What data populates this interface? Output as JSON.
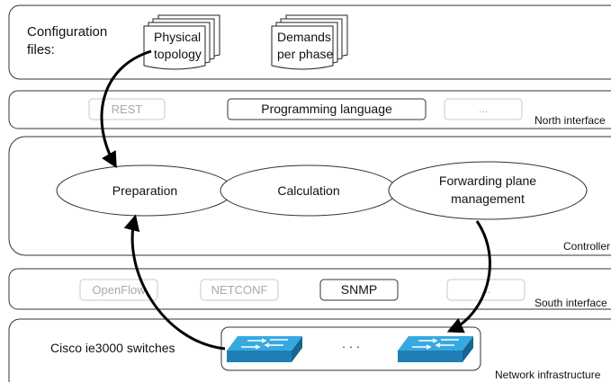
{
  "layers": {
    "config": {
      "label_line1": "Configuration",
      "label_line2": "files:"
    },
    "north": {
      "label": "North interface"
    },
    "controller": {
      "label": "Controller"
    },
    "south": {
      "label": "South interface"
    },
    "network": {
      "label": "Network infrastructure",
      "switch_label": "Cisco ie3000 switches",
      "ellipsis": "· · ·"
    }
  },
  "files": [
    {
      "line1": "Physical",
      "line2": "topology"
    },
    {
      "line1": "Demands",
      "line2": "per phase"
    }
  ],
  "north_interfaces": [
    {
      "label": "REST",
      "active": false
    },
    {
      "label": "Programming language",
      "active": true
    },
    {
      "label": "...",
      "active": false
    }
  ],
  "controller_steps": [
    {
      "line1": "Preparation",
      "line2": ""
    },
    {
      "line1": "Calculation",
      "line2": ""
    },
    {
      "line1": "Forwarding plane",
      "line2": "management"
    }
  ],
  "south_interfaces": [
    {
      "label": "OpenFlow",
      "active": false
    },
    {
      "label": "NETCONF",
      "active": false
    },
    {
      "label": "SNMP",
      "active": true
    },
    {
      "label": "...",
      "active": false
    }
  ],
  "colors": {
    "border": "#333333",
    "faded_border": "#c8c8c8",
    "faded_text": "#a8a8a8",
    "switch_top": "#36a9e1",
    "switch_front": "#1f7fb4",
    "switch_side": "#17668f",
    "arrow": "#000000"
  },
  "icons": {
    "switch": "network-switch-icon"
  }
}
